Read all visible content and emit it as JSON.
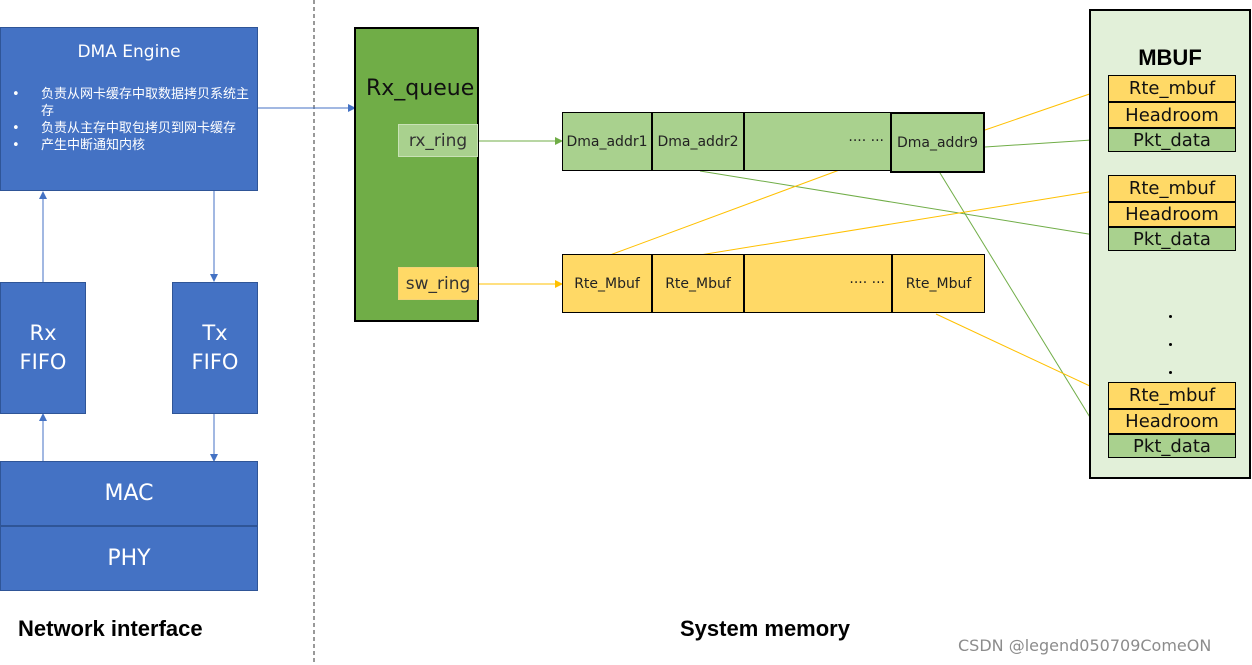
{
  "network": {
    "dma_title": "DMA Engine",
    "dma_items": [
      "负责从网卡缓存中取数据拷贝系统主存",
      "负责从主存中取包拷贝到网卡缓存",
      "产生中断通知内核"
    ],
    "rx_fifo": [
      "Rx",
      "FIFO"
    ],
    "tx_fifo": [
      "Tx",
      "FIFO"
    ],
    "mac": "MAC",
    "phy": "PHY",
    "label": "Network interface"
  },
  "rx_queue": {
    "title": "Rx_queue",
    "rx_ring": "rx_ring",
    "sw_ring": "sw_ring"
  },
  "dma_ring": {
    "cells": [
      "Dma_addr1",
      "Dma_addr2",
      "···· ···",
      "Dma_addr9"
    ]
  },
  "mbuf_ring": {
    "cells": [
      "Rte_Mbuf",
      "Rte_Mbuf",
      "···· ···",
      "Rte_Mbuf"
    ]
  },
  "mbuf": {
    "title": "MBUF",
    "groups": [
      {
        "rte_mbuf": "Rte_mbuf",
        "headroom": "Headroom",
        "pkt_data": "Pkt_data"
      },
      {
        "rte_mbuf": "Rte_mbuf",
        "headroom": "Headroom",
        "pkt_data": "Pkt_data"
      },
      {
        "rte_mbuf": "Rte_mbuf",
        "headroom": "Headroom",
        "pkt_data": "Pkt_data"
      }
    ]
  },
  "system_memory_label": "System memory",
  "watermark": "CSDN @legend050709ComeON",
  "colors": {
    "blue": "#4472c4",
    "green": "#70ad47",
    "light_green": "#a9d18e",
    "yellow": "#ffd966",
    "mbuf_bg": "#e2f0d9",
    "arrow_blue": "#4472c4",
    "arrow_green": "#70ad47",
    "arrow_yellow": "#ffc000"
  }
}
